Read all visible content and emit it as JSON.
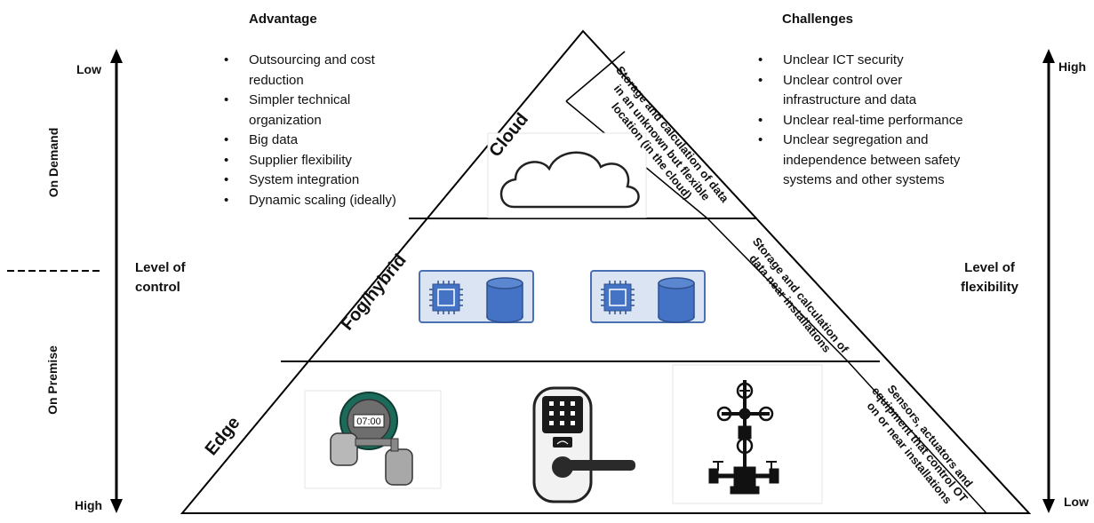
{
  "advantage": {
    "title": "Advantage",
    "items": [
      "Outsourcing and cost",
      "reduction",
      "Simpler technical",
      "organization",
      "Big data",
      "Supplier flexibility",
      "System integration",
      "Dynamic scaling (ideally)"
    ]
  },
  "challenges": {
    "title": "Challenges",
    "items": [
      "Unclear ICT security",
      "Unclear control over",
      "infrastructure and data",
      "Unclear real-time performance",
      "Unclear segregation and",
      "independence between safety",
      "systems and other systems"
    ]
  },
  "left_axis": {
    "top": "Low",
    "bottom": "High",
    "label_line1": "Level of",
    "label_line2": "control",
    "upper_zone": "On Demand",
    "lower_zone": "On Premise"
  },
  "right_axis": {
    "top": "High",
    "bottom": "Low",
    "label_line1": "Level of",
    "label_line2": "flexibility"
  },
  "layers": {
    "cloud": {
      "name": "Cloud",
      "desc": [
        "Storage and calculation of data",
        "in an unknown but flexible",
        "location (in the cloud)"
      ]
    },
    "fog": {
      "name": "Fog/hybrid",
      "desc": [
        "Storage and calculation of",
        "data near installations"
      ]
    },
    "edge": {
      "name": "Edge",
      "desc": [
        "Sensors, actuators and",
        "equipment that control OT",
        "on or near installations"
      ]
    }
  },
  "icons": {
    "timer": "07:00",
    "cloud": "cloud-icon",
    "chip": "cpu-chip-icon",
    "database": "database-icon",
    "lock": "smart-lock-icon",
    "wellhead": "wellhead-valve-icon"
  },
  "colors": {
    "blue_fill": "#4472c4",
    "panel_fill": "#dbe4f3",
    "panel_border": "#4a6fb3"
  }
}
